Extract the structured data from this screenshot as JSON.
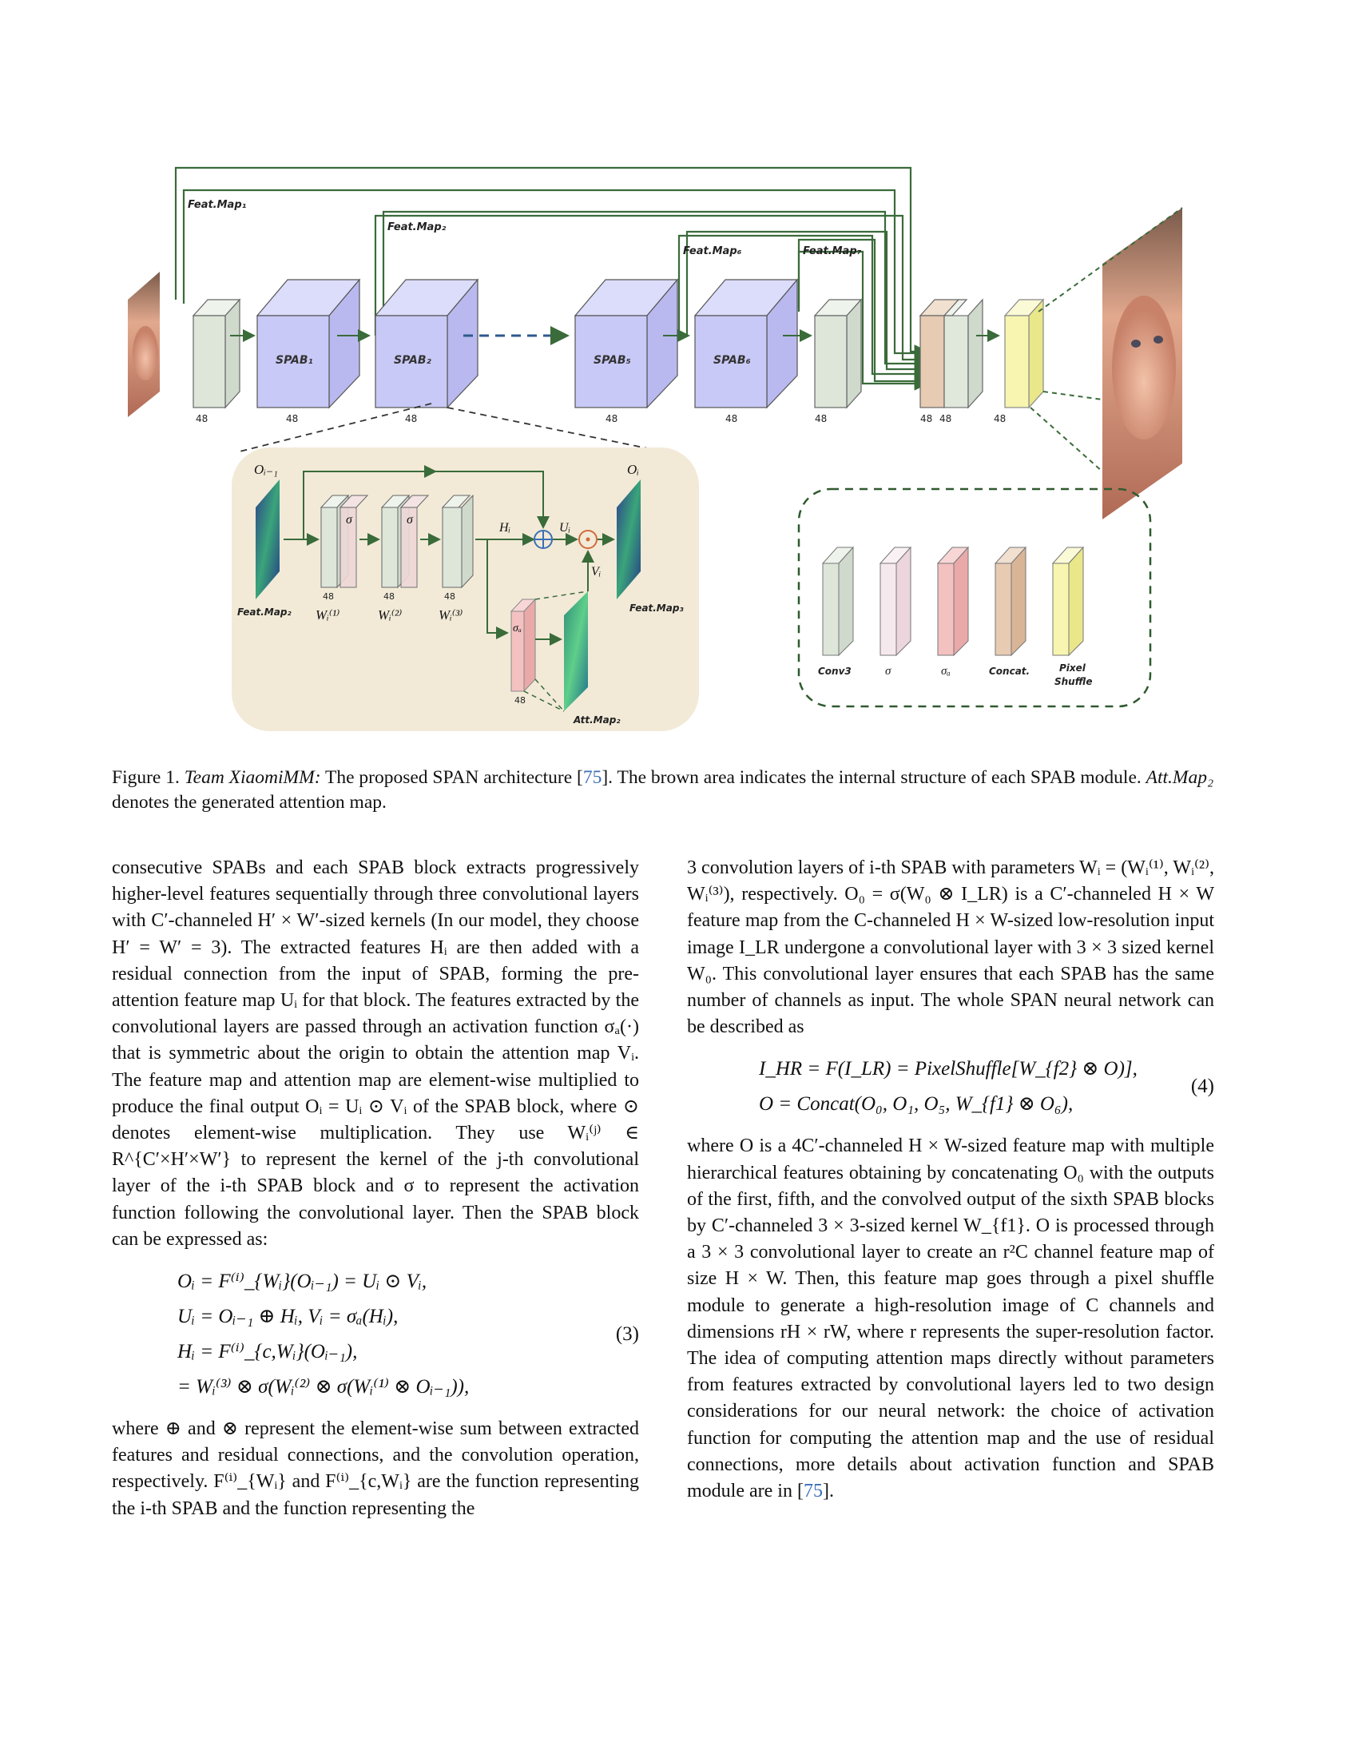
{
  "figure": {
    "feat_map_labels": [
      "Feat.Map₁",
      "Feat.Map₂",
      "Feat.Map₆",
      "Feat.Map₇"
    ],
    "spab_labels": [
      "SPAB₁",
      "SPAB₂",
      "SPAB₅",
      "SPAB₆"
    ],
    "channel_labels": [
      "48",
      "48",
      "48",
      "48",
      "48",
      "48",
      "48",
      "48",
      "48"
    ],
    "inset": {
      "o_prev": "Oᵢ₋₁",
      "o_out": "Oᵢ",
      "sigma": "σ",
      "h_label": "Hᵢ",
      "u_label": "Uᵢ",
      "v_label": "Vᵢ",
      "sigma_a": "σₐ",
      "w_labels": [
        "Wᵢ⁽¹⁾",
        "Wᵢ⁽²⁾",
        "Wᵢ⁽³⁾"
      ],
      "conv_channels": [
        "48",
        "48",
        "48",
        "48"
      ],
      "feat_in": "Feat.Map₂",
      "feat_out": "Feat.Map₃",
      "att_map": "Att.Map₂"
    },
    "legend": [
      "Conv3",
      "σ",
      "σₐ",
      "Concat.",
      "Pixel",
      "Shuffle"
    ],
    "colors": {
      "conv": "#dde6d9",
      "spab": "#c9c9f7",
      "sigma": "#f6e9ee",
      "sigma_a": "#f4c1c1",
      "concat": "#e7cbb3",
      "pixel_shuffle": "#f7f5b0",
      "arrow": "#3a6b3a",
      "inset_bg": "#f2ead7"
    }
  },
  "caption": {
    "prefix": "Figure 1. ",
    "team": "Team XiaomiMM:",
    "text_a": " The proposed SPAN architecture [",
    "ref": "75",
    "text_b": "]. The brown area indicates the internal structure of each SPAB module. ",
    "attmap": "Att.Map₂",
    "text_c": " denotes the generated attention map."
  },
  "left_col": {
    "p1": "consecutive SPABs and each SPAB block extracts progressively higher-level features sequentially through three convolutional layers with C′-channeled H′ × W′-sized kernels (In our model, they choose H′ = W′ = 3). The extracted features Hᵢ are then added with a residual connection from the input of SPAB, forming the pre-attention feature map Uᵢ for that block. The features extracted by the convolutional layers are passed through an activation function σₐ(·) that is symmetric about the origin to obtain the attention map Vᵢ. The feature map and attention map are element-wise multiplied to produce the final output Oᵢ = Uᵢ ⊙ Vᵢ of the SPAB block, where ⊙ denotes element-wise multiplication. They use Wᵢ⁽ʲ⁾ ∈ R^{C′×H′×W′} to represent the kernel of the j-th convolutional layer of the i-th SPAB block and σ to represent the activation function following the convolutional layer. Then the SPAB block can be expressed as:",
    "eq3_lines": [
      "Oᵢ = F⁽ⁱ⁾_{Wᵢ}(Oᵢ₋₁) = Uᵢ ⊙ Vᵢ,",
      "Uᵢ = Oᵢ₋₁ ⊕ Hᵢ,    Vᵢ = σₐ(Hᵢ),",
      "Hᵢ = F⁽ⁱ⁾_{c,Wᵢ}(Oᵢ₋₁),",
      "    = Wᵢ⁽³⁾ ⊗ σ(Wᵢ⁽²⁾ ⊗ σ(Wᵢ⁽¹⁾ ⊗ Oᵢ₋₁)),"
    ],
    "eq3_num": "(3)",
    "p2": "where ⊕ and ⊗ represent the element-wise sum between extracted features and residual connections, and the convolution operation, respectively. F⁽ⁱ⁾_{Wᵢ} and F⁽ⁱ⁾_{c,Wᵢ} are the function representing the i-th SPAB and the function representing the"
  },
  "right_col": {
    "p1": "3 convolution layers of i-th SPAB with parameters Wᵢ = (Wᵢ⁽¹⁾, Wᵢ⁽²⁾, Wᵢ⁽³⁾), respectively. O₀ = σ(W₀ ⊗ I_LR) is a C′-channeled H × W feature map from the C-channeled H × W-sized low-resolution input image I_LR undergone a convolutional layer with 3 × 3 sized kernel W₀. This convolutional layer ensures that each SPAB has the same number of channels as input. The whole SPAN neural network can be described as",
    "eq4_lines": [
      "I_HR = F(I_LR) = PixelShuffle[W_{f2} ⊗ O)],",
      "O = Concat(O₀, O₁, O₅, W_{f1} ⊗ O₆),"
    ],
    "eq4_num": "(4)",
    "p2_a": "where O is a 4C′-channeled H × W-sized feature map with multiple hierarchical features obtaining by concatenating O₀ with the outputs of the first, fifth, and the convolved output of the sixth SPAB blocks by C′-channeled 3 × 3-sized kernel W_{f1}. O is processed through a 3 × 3 convolutional layer to create an r²C channel feature map of size H × W. Then, this feature map goes through a pixel shuffle module to generate a high-resolution image of C channels and dimensions rH × rW, where r represents the super-resolution factor. The idea of computing attention maps directly without parameters from features extracted by convolutional layers led to two design considerations for our neural network: the choice of activation function for computing the attention map and the use of residual connections, more details about activation function and SPAB module are in [",
    "ref": "75",
    "p2_b": "]."
  }
}
